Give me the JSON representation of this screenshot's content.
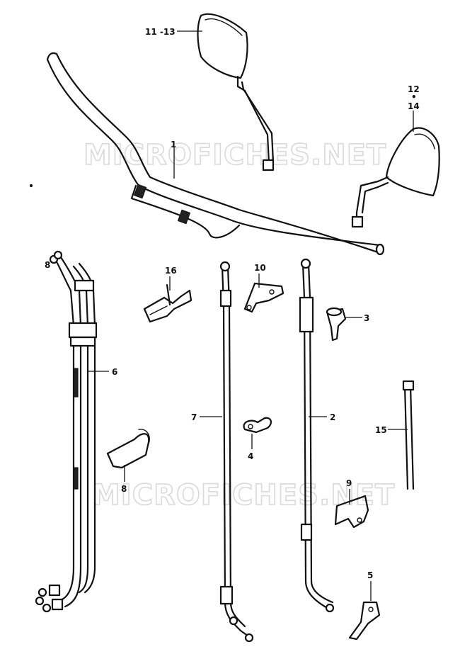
{
  "watermark": "MICROFICHES.NET",
  "callouts": {
    "c1": "1",
    "c2": "2",
    "c3": "3",
    "c4": "4",
    "c5": "5",
    "c6": "6",
    "c7": "7",
    "c8a": "8",
    "c8b": "8",
    "c9": "9",
    "c10": "10",
    "c11_13": "11 -13",
    "c12": "12",
    "c12_dot": "•",
    "c14": "14",
    "c15": "15",
    "c16": "16"
  }
}
